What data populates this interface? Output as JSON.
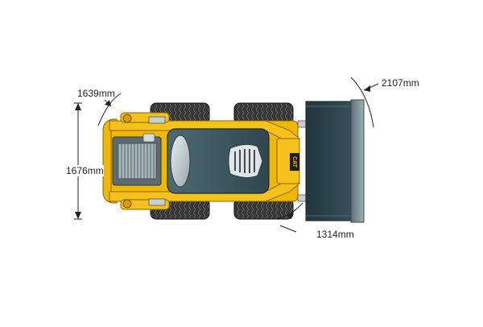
{
  "dimensions": {
    "turning_radius_rear": "1639mm",
    "overall_width": "1676mm",
    "bucket_corner_radius": "2107mm",
    "front_corner_radius": "1314mm"
  },
  "branding": {
    "logo_text": "CAT"
  },
  "colors": {
    "machine_yellow": "#f2b705",
    "yellow_shadow": "#b88600",
    "bucket_dark": "#2b4048",
    "bucket_edge": "#6f858c",
    "cab_roof": "#3e5961",
    "tire_black": "#262626",
    "dimension_line": "#222222"
  }
}
